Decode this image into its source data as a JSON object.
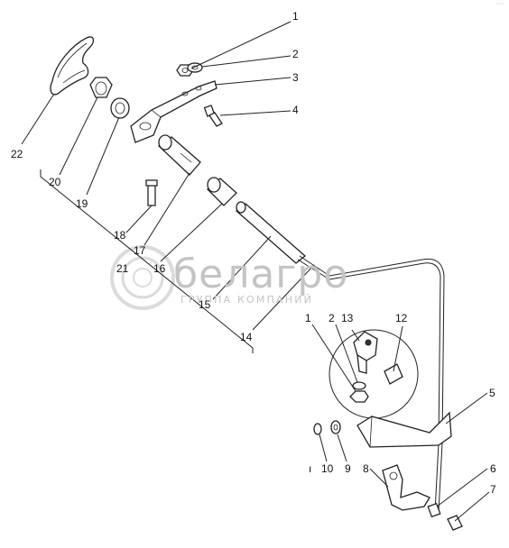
{
  "watermark": {
    "brand": "белагро",
    "tagline": "ГРУППА КОМПАНИЙ"
  },
  "corner_mark": "~~~",
  "callouts": [
    {
      "id": "c1",
      "text": "1"
    },
    {
      "id": "c2",
      "text": "2"
    },
    {
      "id": "c3",
      "text": "3"
    },
    {
      "id": "c4",
      "text": "4"
    },
    {
      "id": "c22",
      "text": "22"
    },
    {
      "id": "c20",
      "text": "20"
    },
    {
      "id": "c19",
      "text": "19"
    },
    {
      "id": "c18",
      "text": "18"
    },
    {
      "id": "c17",
      "text": "17"
    },
    {
      "id": "c21",
      "text": "21"
    },
    {
      "id": "c16",
      "text": "16"
    },
    {
      "id": "c15",
      "text": "15"
    },
    {
      "id": "c14",
      "text": "14"
    },
    {
      "id": "c1b",
      "text": "1"
    },
    {
      "id": "c2b",
      "text": "2"
    },
    {
      "id": "c13",
      "text": "13"
    },
    {
      "id": "c12",
      "text": "12"
    },
    {
      "id": "c5",
      "text": "5"
    },
    {
      "id": "c10",
      "text": "10"
    },
    {
      "id": "c9",
      "text": "9"
    },
    {
      "id": "c8",
      "text": "8"
    },
    {
      "id": "c6",
      "text": "6"
    },
    {
      "id": "c7",
      "text": "7"
    },
    {
      "id": "cbar",
      "text": "ı"
    }
  ]
}
